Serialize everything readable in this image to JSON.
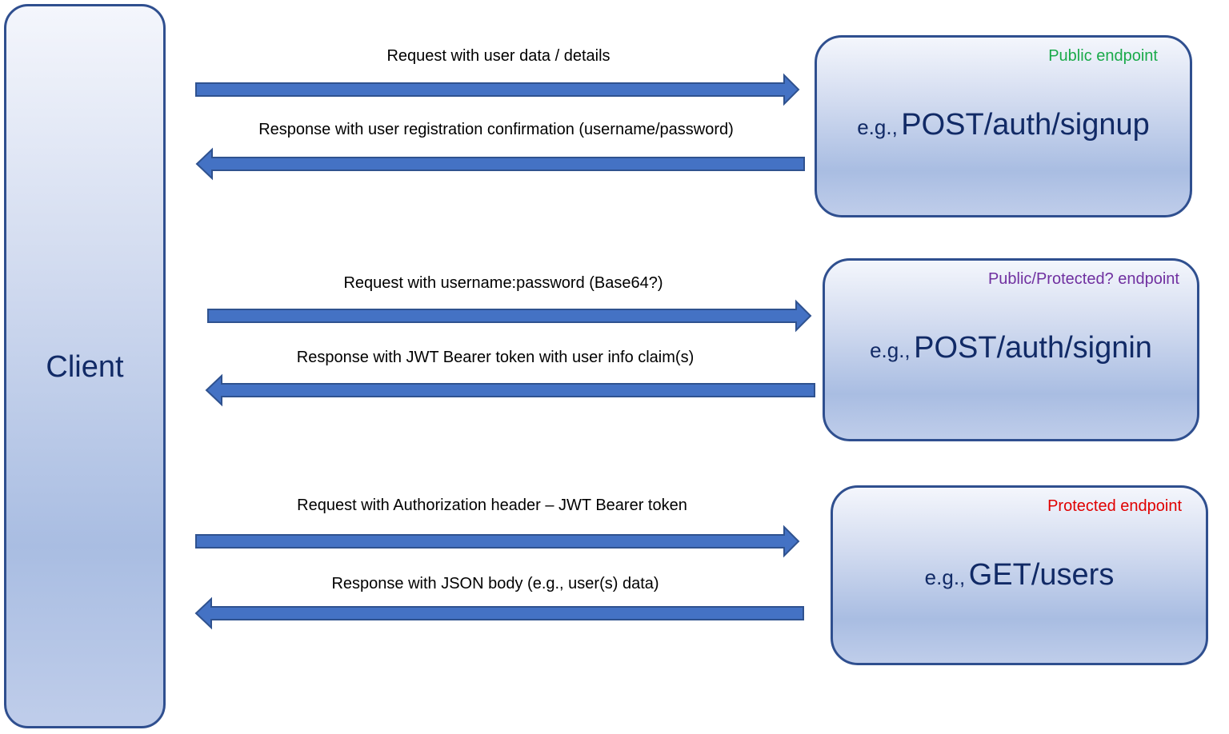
{
  "client": {
    "label": "Client"
  },
  "endpoints": [
    {
      "tag": "Public endpoint",
      "tag_color": "#1aaa4a",
      "prefix": "e.g.,",
      "path": "POST/auth/signup"
    },
    {
      "tag": "Public/Protected? endpoint",
      "tag_color": "#7030a0",
      "prefix": "e.g.,",
      "path": "POST/auth/signin"
    },
    {
      "tag": "Protected endpoint",
      "tag_color": "#e00000",
      "prefix": "e.g.,",
      "path": "GET/users"
    }
  ],
  "arrows": [
    {
      "label": "Request with user data / details",
      "direction": "right"
    },
    {
      "label": "Response with user registration confirmation (username/password)",
      "direction": "left"
    },
    {
      "label": "Request with username:password (Base64?)",
      "direction": "right"
    },
    {
      "label": "Response with JWT Bearer token with user info claim(s)",
      "direction": "left"
    },
    {
      "label": "Request with Authorization header – JWT Bearer token",
      "direction": "right"
    },
    {
      "label": "Response with JSON body (e.g., user(s) data)",
      "direction": "left"
    }
  ],
  "colors": {
    "arrow_fill": "#4472c4",
    "arrow_stroke": "#2f528f",
    "text_dark": "#112a66"
  }
}
